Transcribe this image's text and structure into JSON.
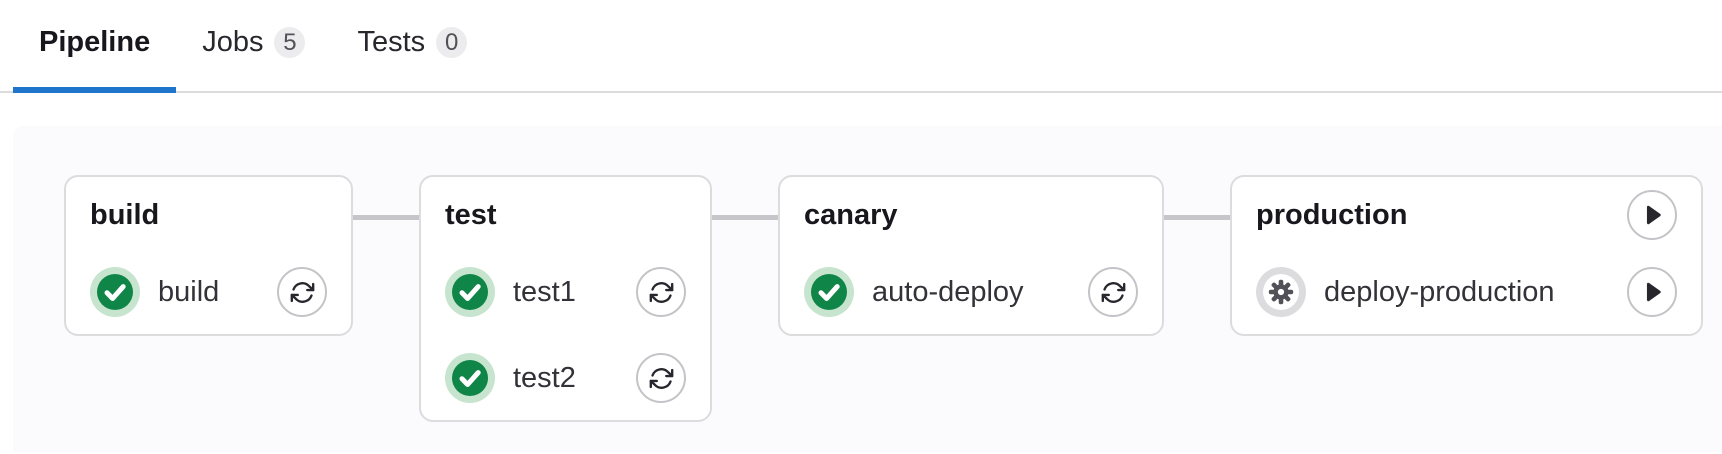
{
  "tabs": [
    {
      "label": "Pipeline",
      "badge": null,
      "active": true
    },
    {
      "label": "Jobs",
      "badge": "5",
      "active": false
    },
    {
      "label": "Tests",
      "badge": "0",
      "active": false
    }
  ],
  "pipeline": {
    "stages": [
      {
        "name": "build",
        "stage_action": null,
        "jobs": [
          {
            "name": "build",
            "status": "success",
            "status_icon": "status-success-icon",
            "action": "retry",
            "action_icon": "retry-icon"
          }
        ]
      },
      {
        "name": "test",
        "stage_action": null,
        "jobs": [
          {
            "name": "test1",
            "status": "success",
            "status_icon": "status-success-icon",
            "action": "retry",
            "action_icon": "retry-icon"
          },
          {
            "name": "test2",
            "status": "success",
            "status_icon": "status-success-icon",
            "action": "retry",
            "action_icon": "retry-icon"
          }
        ]
      },
      {
        "name": "canary",
        "stage_action": null,
        "jobs": [
          {
            "name": "auto-deploy",
            "status": "success",
            "status_icon": "status-success-icon",
            "action": "retry",
            "action_icon": "retry-icon"
          }
        ]
      },
      {
        "name": "production",
        "stage_action": "play",
        "stage_action_icon": "play-icon",
        "jobs": [
          {
            "name": "deploy-production",
            "status": "manual",
            "status_icon": "status-manual-icon",
            "action": "play",
            "action_icon": "play-icon"
          }
        ]
      }
    ]
  },
  "colors": {
    "accent_blue": "#1f75cb",
    "success_green": "#108548",
    "success_halo": "#c7e4cf",
    "manual_icon_gray": "#535158",
    "panel_bg": "#fbfafd",
    "card_border": "#dcdcde",
    "connector": "#c6c6ca",
    "badge_bg": "#ececef",
    "badge_text": "#535158"
  }
}
